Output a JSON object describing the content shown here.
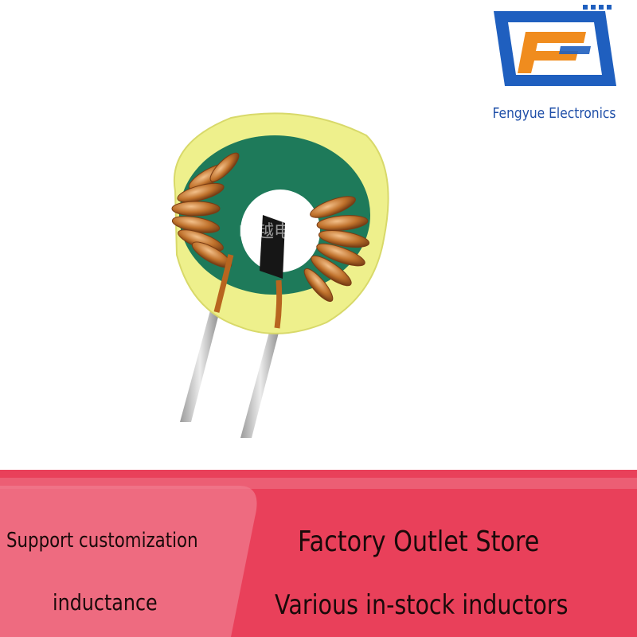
{
  "brand": {
    "name": "Fengyue Electronics",
    "logo_letters": "FE",
    "colors": {
      "primary": "#1f5fbf",
      "accent": "#f08c1e"
    }
  },
  "product": {
    "type": "toroidal common-mode choke inductor",
    "watermark": "峰越电子",
    "colors": {
      "tape": "#eef08c",
      "core": "#1e7a5a",
      "winding": "#b8651f"
    }
  },
  "banner": {
    "left_line_1": "Support customization",
    "left_line_2": "inductance",
    "right_line_1": "Factory Outlet Store",
    "right_line_2": "Various in-stock inductors",
    "colors": {
      "background": "#e9405a",
      "left_panel": "#ee6b80",
      "text": "#1a0a0a"
    }
  }
}
